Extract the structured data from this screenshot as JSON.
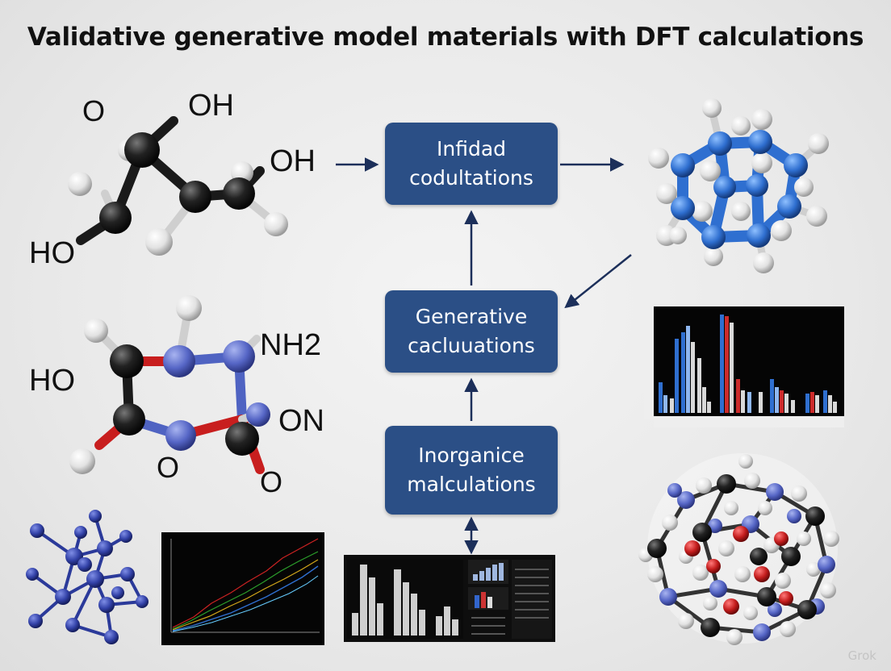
{
  "title": "Validative generative model materials with DFT calculations",
  "flow": {
    "top_box": [
      "Infidad",
      "codultations"
    ],
    "middle_box": [
      "Generative",
      "cacluuations"
    ],
    "bottom_box": [
      "Inorganice",
      "malculations"
    ]
  },
  "molecule_top": {
    "labels": [
      "O",
      "OH",
      "OH",
      "HO"
    ]
  },
  "molecule_mid": {
    "labels": [
      "NH2",
      "HO",
      "ON",
      "O",
      "O"
    ]
  },
  "watermark": "Grok",
  "colors": {
    "box": "#2b4f86",
    "arrow": "#1c2f5a",
    "carbon": "#1a1a1a",
    "hydrogen": "#f2f2f2",
    "nitrogen": "#4f63c2",
    "oxygen": "#c81e1e",
    "crystal": "#2f6fd0"
  }
}
